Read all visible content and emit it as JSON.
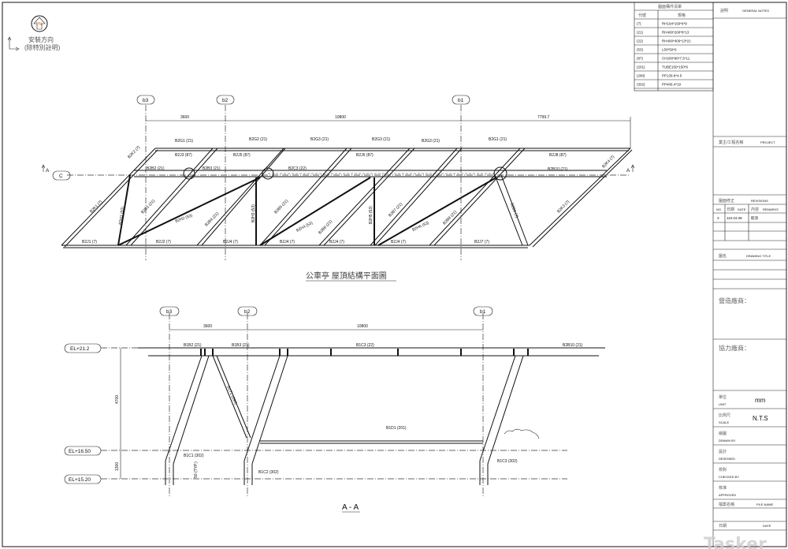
{
  "install": {
    "direction": "安裝方向",
    "note": "(除特別註明)",
    "logo": "PN"
  },
  "legend": {
    "title": "圖面構件清單",
    "col_code": "代號",
    "col_spec": "規格",
    "rows": [
      {
        "code": "(7)",
        "spec": "RH194*150*6*9"
      },
      {
        "code": "(21)",
        "spec": "RH400*200*8*13"
      },
      {
        "code": "(22)",
        "spec": "RH400*400*13*21"
      },
      {
        "code": "(53)",
        "spec": "L50*50*6"
      },
      {
        "code": "(87)",
        "spec": "CH200*80*7.5*11"
      },
      {
        "code": "(201)",
        "spec": "TUBE150*150*6"
      },
      {
        "code": "(290)",
        "spec": "PP139.8*4.5"
      },
      {
        "code": "(302)",
        "spec": "PP406.4*19"
      }
    ]
  },
  "titleblock": {
    "notes_cn": "說明",
    "notes_en": "GENERAL NOTES",
    "project_cn": "業主/工程名稱",
    "project_en": "PROJECT",
    "revisions_cn": "圖面修正",
    "revisions_en": "REVISIONS",
    "rev_no": "NO",
    "rev_date_cn": "日期",
    "rev_date_en": "DATE",
    "rev_remarks_cn": "內容",
    "rev_remarks_en": "REMARKS",
    "rev_row": {
      "no": "3",
      "date": "110.04.08",
      "remarks": "取消"
    },
    "drawing_title_cn": "圖名",
    "drawing_title_en": "DRAWING TITLE",
    "builder": "營造廠商：",
    "assist": "協力廠商：",
    "unit_cn": "單位",
    "unit_en": "UNIT",
    "unit_val": "mm",
    "scale_cn": "比例尺",
    "scale_en": "SCALE",
    "scale_val": "N.T.S",
    "drawn_cn": "繪圖",
    "drawn_en": "DRAWN BY",
    "design_cn": "設計",
    "design_en": "DESIGNED",
    "checked_cn": "校對",
    "checked_en": "CHECKED BY",
    "approved_cn": "核准",
    "approved_en": "APPROVED",
    "file_cn": "檔案名稱",
    "file_en": "FILE NAME",
    "date_cn": "日期",
    "date_en": "DATE"
  },
  "plan": {
    "title": "公車亭 屋頂結構平面圖",
    "grids": [
      "b3",
      "b2",
      "b1"
    ],
    "row_grid": "C",
    "section_mark": "A",
    "dims": [
      "3600",
      "10800",
      "7799.7"
    ],
    "labels": [
      "B2G1 (21)",
      "B2J3 (87)",
      "B2G2 (21)",
      "B2J5 (87)",
      "B2G3 (21)",
      "B2J6 (87)",
      "B2G3 (21)",
      "B2G3 (21)",
      "B2G1 (21)",
      "B2J8 (87)",
      "B2B2 (21)",
      "B2B3 (21)",
      "B2C3 (22)",
      "B2B10 (21)",
      "B2K2 (7)",
      "B2K1 (7)",
      "B2H1 (53)",
      "B2B1 (21)",
      "B2H2 (53)",
      "B2B4 (21)",
      "B2H3 (53)",
      "B2B5 (21)",
      "B2H4 (53)",
      "B2B6 (21)",
      "B2H5 (53)",
      "B2B7 (21)",
      "B2H6 (53)",
      "B2B8 (21)",
      "B2B9 (7)",
      "B2K3 (7)",
      "B2K4 (7)",
      "B2J1 (7)",
      "B2J2 (7)",
      "B2J4 (7)",
      "B2J4 (7)",
      "B2J4 (7)",
      "B2J4 (7)",
      "B2J7 (7)"
    ]
  },
  "section": {
    "title": "A - A",
    "grids": [
      "b3",
      "b2",
      "b1"
    ],
    "dims": [
      "3600",
      "10800",
      "4700",
      "1300",
      "50 (TYP.)"
    ],
    "levels": [
      "EL+21.2",
      "EL+16.50",
      "EL+15.20"
    ],
    "labels": [
      "B1B2 (21)",
      "B1B3 (21)",
      "B1C3 (22)",
      "B2B10 (21)",
      "B1T1 (290)",
      "B1D1 (201)",
      "B1C1 (302)",
      "B1C2 (302)",
      "B1C3 (302)"
    ]
  },
  "watermark": "Tasker"
}
